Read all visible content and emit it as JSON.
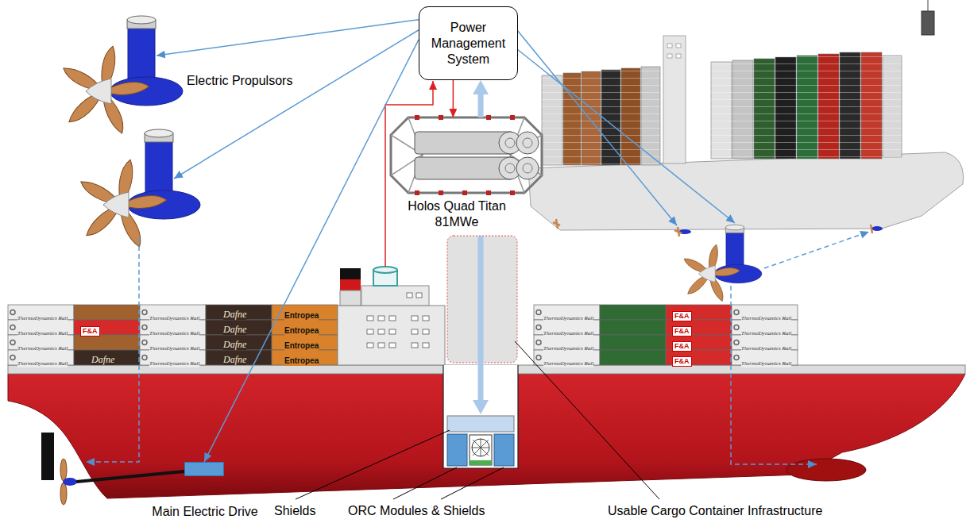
{
  "diagram": {
    "nodes": [
      {
        "text": [
          "Power Management System"
        ]
      },
      {
        "text": [
          "Electric Propulsors"
        ]
      },
      {
        "text": [
          "Holos Quad Titan 81MWe"
        ]
      },
      {
        "text": [
          "Main Electric Drive"
        ]
      }
    ],
    "edges": [
      {
        "from": 0,
        "to": 1,
        "arrow": "to"
      },
      {
        "from": 0,
        "to": 1,
        "arrow": "to"
      },
      {
        "from": 0,
        "to": 3,
        "arrow": "to"
      },
      {
        "from": 0,
        "to": 2,
        "arrow": "to"
      },
      {
        "from": 2,
        "to": 0,
        "arrow": "to"
      }
    ],
    "labels": [
      "ThermoDynamics Rail",
      "ThermoDynamics Rail",
      "Dafne",
      "Entropea",
      "ThermoDynamics Rail",
      "F&A",
      "ThermoDynamics Rail",
      "ThermoDynamics Rail",
      "F&A",
      "ThermoDynamics Rail",
      "Dafne",
      "Entropea",
      "ThermoDynamics Rail",
      "F&A",
      "ThermoDynamics Rail",
      "ThermoDynamics Rail",
      "ThermoDynamics Rail",
      "Dafne",
      "Entropea",
      "ThermoDynamics Rail",
      "F&A",
      "ThermoDynamics Rail",
      "ThermoDynamics Rail",
      "Dafne",
      "ThermoDynamics Rail",
      "Dafne",
      "Entropea",
      "ThermoDynamics Rail",
      "F&A",
      "ThermoDynamics Rail",
      "Shields",
      "ORC Modules & Shields",
      "Usable Cargo Container Infrastructure"
    ]
  }
}
